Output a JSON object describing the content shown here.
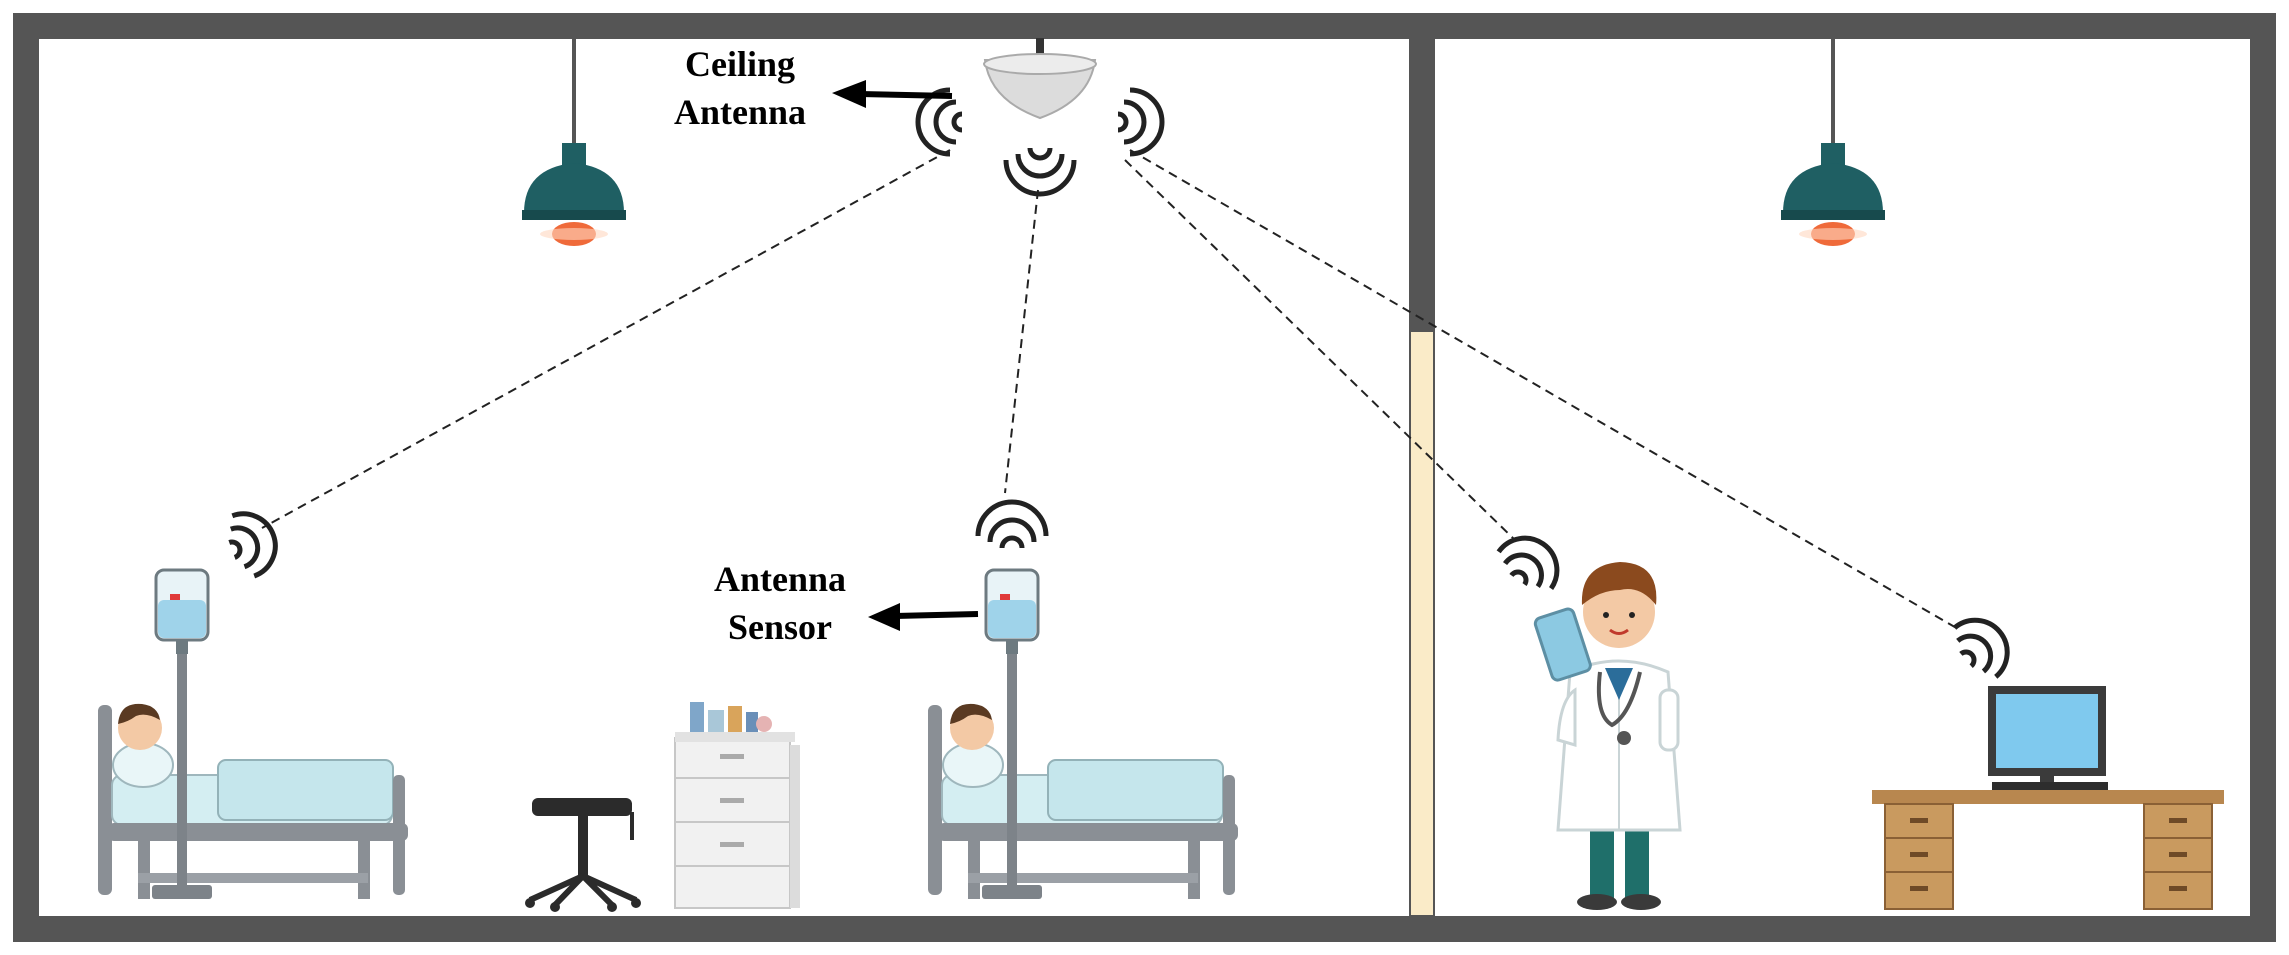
{
  "labels": {
    "ceiling_antenna": [
      "Ceiling",
      "Antenna"
    ],
    "antenna_sensor": [
      "Antenna",
      "Sensor"
    ]
  },
  "colors": {
    "wall": "#555555",
    "door": "#faebc8",
    "lamp": "#1f5f63",
    "lamp_glow": "#ef6a3a",
    "bed_frame": "#8a8f95",
    "bed_sheet": "#d4eef2",
    "iv_bag": "#bfe4f2",
    "cabinet": "#f1f1f1",
    "desk": "#c99a5f",
    "monitor_screen": "#7fc9ee",
    "doctor_coat": "#ffffff",
    "doctor_pants": "#1f6f6a"
  },
  "icons": [
    "ceiling-lamp-icon",
    "ceiling-antenna-icon",
    "wifi-signal-icon",
    "iv-stand-icon",
    "hospital-bed-icon",
    "patient-icon",
    "stool-icon",
    "medicine-cabinet-icon",
    "doctor-icon",
    "tablet-icon",
    "desk-icon",
    "monitor-icon",
    "arrow-icon"
  ]
}
